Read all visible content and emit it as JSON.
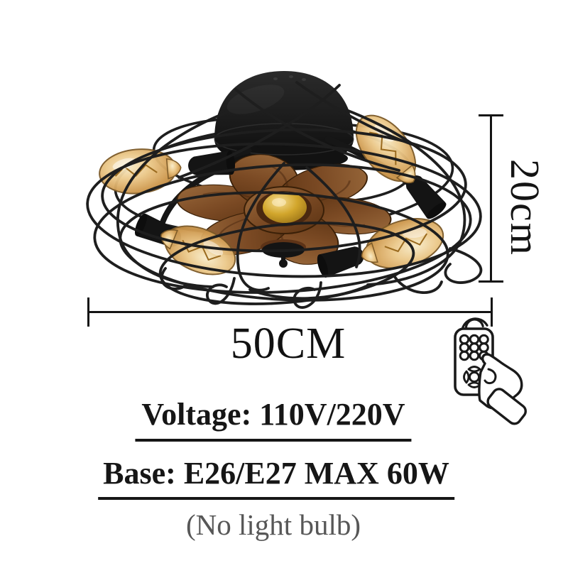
{
  "dimensions": {
    "height_label": "20cm",
    "width_label": "50CM"
  },
  "specs": {
    "voltage": "Voltage: 110V/220V",
    "base": "Base: E26/E27 MAX 60W",
    "note": "(No light bulb)"
  },
  "product": {
    "description": "Black wire-cage ceiling fan with wooden blades, gold center cap and four amber Edison bulbs",
    "remote_icon": "hand holding remote control with signal waves"
  },
  "colors": {
    "background": "#ffffff",
    "text": "#161616",
    "muted_text": "#575757",
    "dimension_line": "#141414",
    "cage_black": "#1e1e1e",
    "wood_brown": "#7b4a24",
    "gold": "#cf9e2a",
    "bulb_amber": "#dcae63"
  }
}
